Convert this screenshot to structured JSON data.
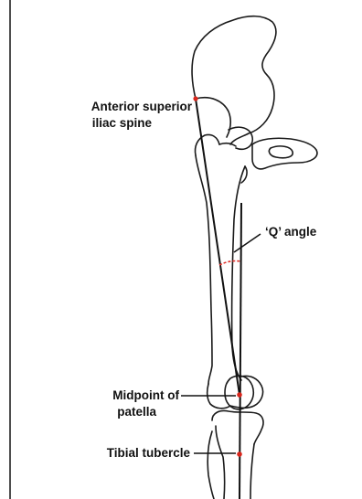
{
  "labels": {
    "asis_line1": "Anterior superior",
    "asis_line2": "iliac spine",
    "q_angle": "‘Q’ angle",
    "patella_line1": "Midpoint of",
    "patella_line2": "patella",
    "tibial": "Tibial tubercle"
  },
  "colors": {
    "bone_outline": "#1a1a1a",
    "landmark_marker": "#d9261c",
    "angle_arc": "#e0302a",
    "text": "#111111"
  }
}
